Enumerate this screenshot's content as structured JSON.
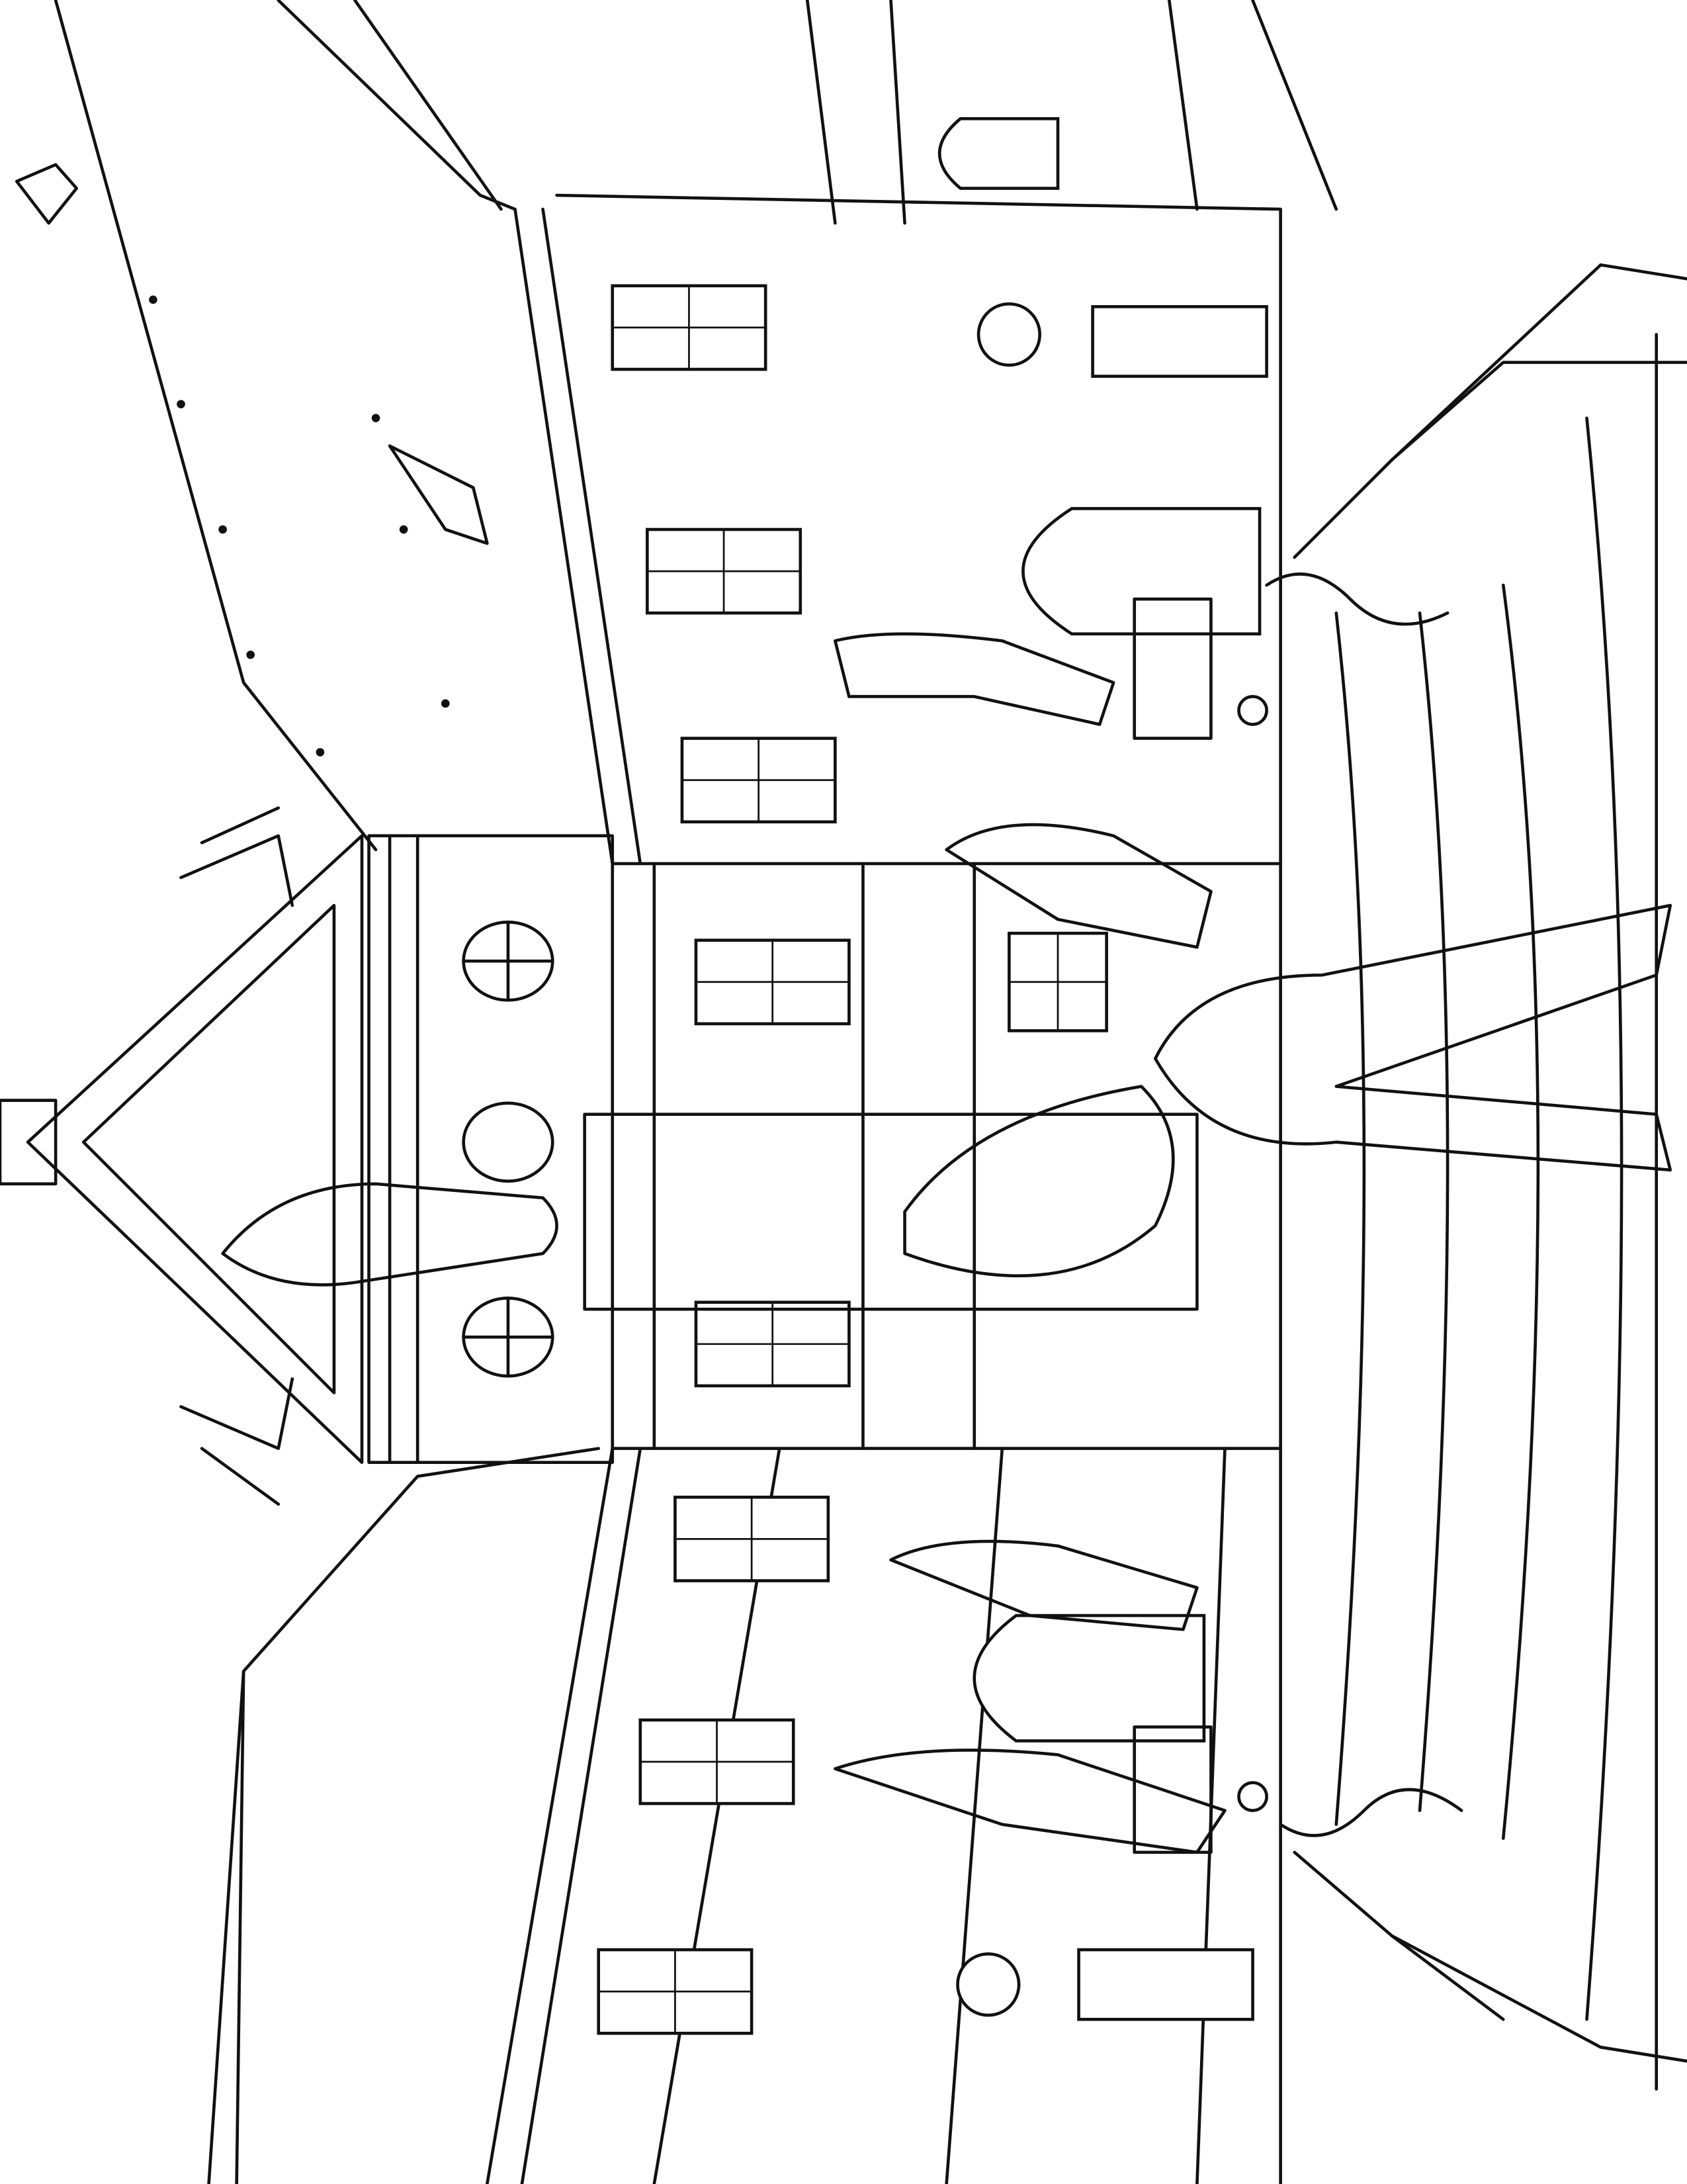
{
  "colors": {
    "line": "#111111",
    "background": "#ffffff"
  },
  "illustration": {
    "kind": "coloring-page",
    "windows_upper_wing": 5,
    "windows_lower_wing": 4,
    "statues": 6
  }
}
